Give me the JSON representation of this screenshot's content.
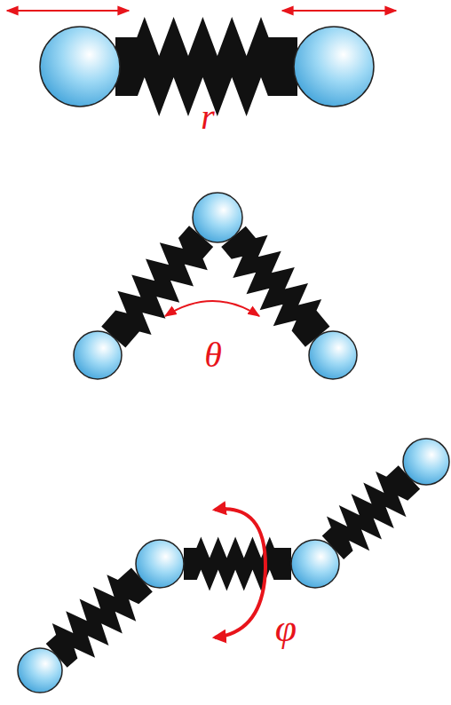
{
  "diagram": {
    "labels": [
      "r",
      "θ",
      "φ"
    ]
  }
}
